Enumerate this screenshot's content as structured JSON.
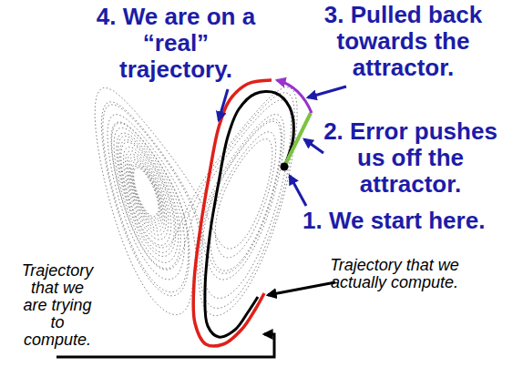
{
  "diagram": {
    "labels": [
      "4. We are on a “real” trajectory.",
      "3. Pulled back towards the attractor.",
      "2. Error pushes us off the attractor.",
      "1. We start here.",
      "Trajectory that we are trying to compute.",
      "Trajectory that we actually compute."
    ]
  }
}
